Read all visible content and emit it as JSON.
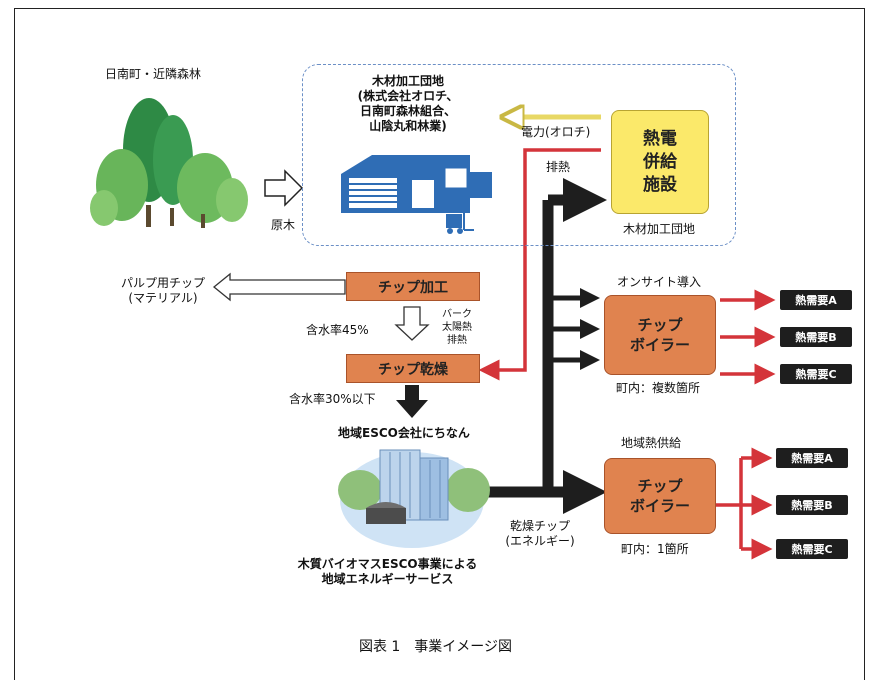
{
  "forest_label": "日南町・近隣森林",
  "raw_wood_label": "原木",
  "processing_complex": {
    "title_lines": "木材加工団地\n(株式会社オロチ、\n日南町森林組合、\n山陰丸和林業)"
  },
  "electricity_label": "電力(オロチ)",
  "waste_heat_label": "排熱",
  "chp_facility": "熱電\n併給\n施設",
  "chp_location": "木材加工団地",
  "pulp_chip_label": "パルプ用チップ\n(マテリアル)",
  "chip_processing": "チップ加工",
  "moisture_45": "含水率45%",
  "drying_sources": "バーク\n太陽熱\n排熱",
  "chip_drying": "チップ乾燥",
  "moisture_30": "含水率30%以下",
  "esco_company": "地域ESCO会社にちなん",
  "esco_service": "木質バイオマスESCO事業による\n地域エネルギーサービス",
  "dried_chip_label": "乾燥チップ\n(エネルギー)",
  "onsite": {
    "title": "オンサイト導入",
    "boiler": "チップ\nボイラー",
    "location": "町内：複数箇所",
    "demands": [
      "熱需要A",
      "熱需要B",
      "熱需要C"
    ]
  },
  "district": {
    "title": "地域熱供給",
    "boiler": "チップ\nボイラー",
    "location": "町内：1箇所",
    "demands": [
      "熱需要A",
      "熱需要B",
      "熱需要C"
    ]
  },
  "caption": "図表 1　事業イメージ図",
  "colors": {
    "orange_box": "#e0834f",
    "yellow_box": "#fbe96a",
    "red_line": "#d4343a",
    "black_arrow": "#1e1e1e",
    "dashed_border": "#6b8fc6",
    "forest_green": "#4f9a4a",
    "building_blue": "#2f6db5"
  },
  "icons": [
    "tree-icon",
    "factory-icon",
    "forklift-icon",
    "building-icon"
  ]
}
